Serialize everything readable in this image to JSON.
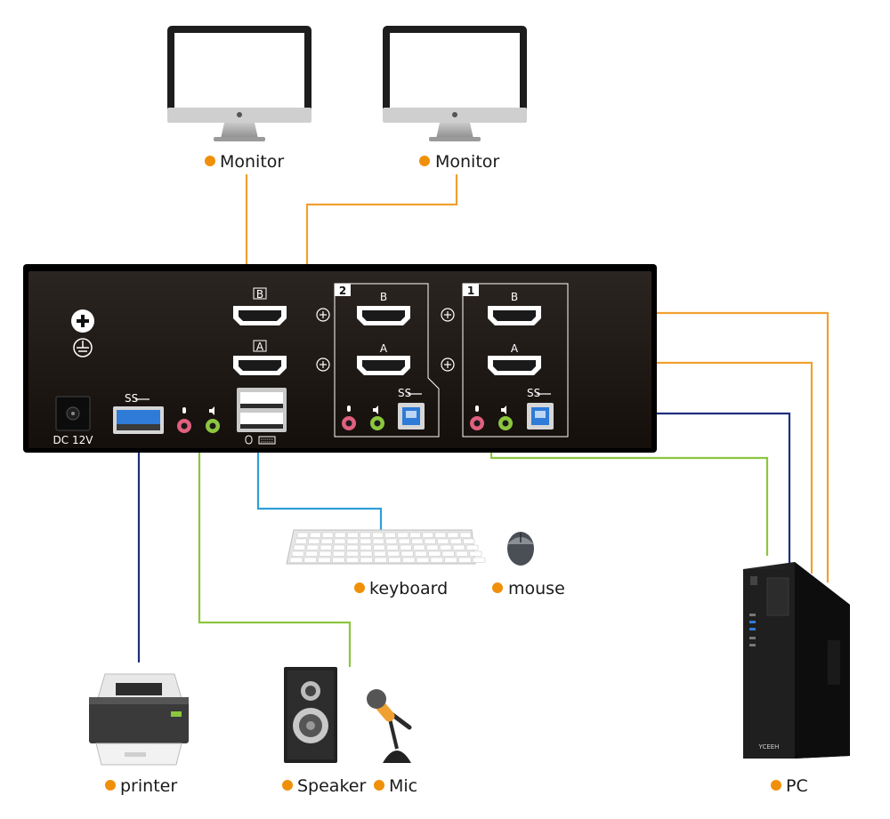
{
  "labels": {
    "monitor_b": "Monitor",
    "monitor_a": "Monitor",
    "keyboard": "keyboard",
    "mouse": "mouse",
    "printer": "printer",
    "speaker": "Speaker",
    "mic": "Mic",
    "pc": "PC"
  },
  "panel": {
    "dc_label": "DC 12V",
    "group2": {
      "number": "2",
      "port_b": "B",
      "port_a": "A"
    },
    "group1": {
      "number": "1",
      "port_b": "B",
      "port_a": "A"
    },
    "out_b": "B",
    "out_a": "A",
    "usb_ss": "SS"
  },
  "pc_brand": "YCEEH",
  "colors": {
    "hdmi_cable": "#f0a030",
    "usb_cable": "#1f2f80",
    "audio_cable": "#8cc63f",
    "kbd_cable": "#2f9fd8",
    "dot": "#f0900a",
    "panel": "#1c1816",
    "mic_jack": "#e0607e",
    "spk_jack": "#8cc63f"
  }
}
